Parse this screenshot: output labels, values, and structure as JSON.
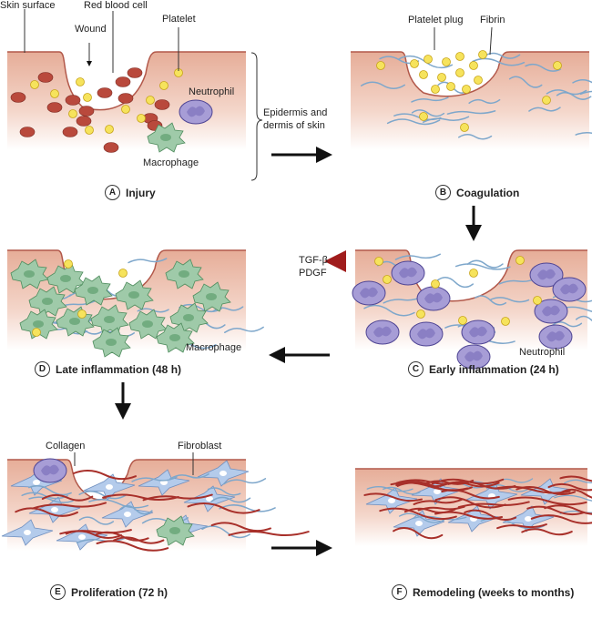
{
  "panels": [
    {
      "letter": "A",
      "title": "Injury"
    },
    {
      "letter": "B",
      "title": "Coagulation"
    },
    {
      "letter": "C",
      "title": "Early inflammation (24 h)"
    },
    {
      "letter": "D",
      "title": "Late inflammation (48 h)"
    },
    {
      "letter": "E",
      "title": "Proliferation (72 h)"
    },
    {
      "letter": "F",
      "title": "Remodeling (weeks to months)"
    }
  ],
  "labels": {
    "skin_surface": "Skin surface",
    "red_blood_cell": "Red blood cell",
    "wound": "Wound",
    "platelet": "Platelet",
    "neutrophil_a": "Neutrophil",
    "macrophage_a": "Macrophage",
    "epidermis_line1": "Epidermis and",
    "epidermis_line2": "dermis of skin",
    "platelet_plug": "Platelet plug",
    "fibrin": "Fibrin",
    "tgf": "TGF-β",
    "pdgf": "PDGF",
    "neutrophil_c": "Neutrophil",
    "macrophage_d": "Macrophage",
    "collagen": "Collagen",
    "fibroblast": "Fibroblast"
  },
  "colors": {
    "skin": "#e9b7a3",
    "rbc": "#b9493c",
    "platelet": "#f6e35c",
    "neutrophil": "#a79dd6",
    "macrophage": "#9fcaa9",
    "fibrin": "#7ea7cb",
    "collagen": "#a8302a",
    "fibroblast": "#b4cbeb"
  }
}
